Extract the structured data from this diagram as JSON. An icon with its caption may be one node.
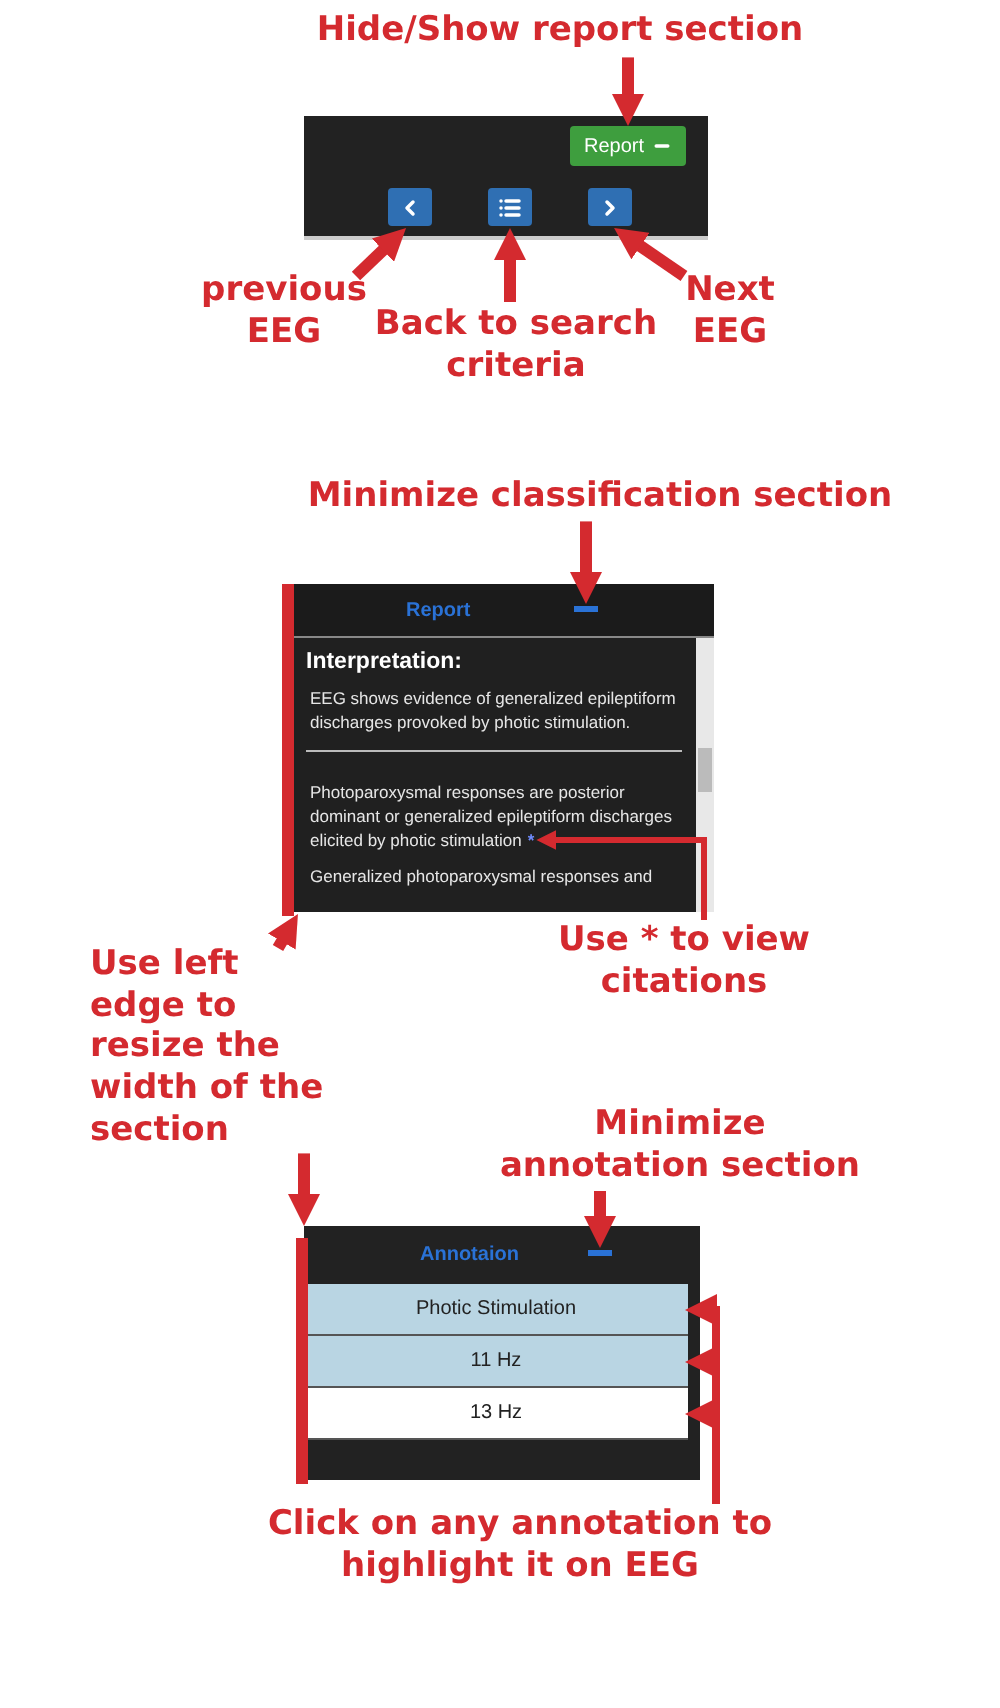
{
  "diagram": {
    "nodes": [
      {
        "text": [
          "Hide/Show report section"
        ]
      },
      {
        "text": [],
        "shape": "box"
      },
      {
        "text": [
          "Report"
        ],
        "in": 1
      },
      {
        "text": [],
        "shape": "box",
        "in": 1
      },
      {
        "text": [],
        "shape": "box",
        "in": 1
      },
      {
        "text": [],
        "shape": "box",
        "in": 1
      },
      {
        "text": [
          "previous EEG"
        ]
      },
      {
        "text": [
          "Back to search criteria"
        ]
      },
      {
        "text": [
          "Next EEG"
        ]
      },
      {
        "text": [
          "Minimize classification section"
        ]
      },
      {
        "text": [
          "Report",
          "Interpretation:",
          "EEG shows evidence of generalized epileptiform discharges provoked by photic stimulation.",
          "Photoparoxysmal responses are posterior dominant or generalized epileptiform discharges elicited by photic stimulation",
          "Generalized photoparoxysmal responses and"
        ]
      },
      {
        "text": [],
        "shape": "bar",
        "in": 10
      },
      {
        "text": [
          "*"
        ],
        "in": 10
      },
      {
        "text": [
          "Use * to view citations"
        ]
      },
      {
        "text": [
          "Use left edge to resize the width of the section"
        ]
      },
      {
        "text": [
          "Minimize annotation section"
        ]
      },
      {
        "text": [
          "Annotaion"
        ]
      },
      {
        "text": [],
        "shape": "bar",
        "in": 16
      },
      {
        "text": [
          "Photic Stimulation"
        ],
        "in": 16
      },
      {
        "text": [
          "11 Hz"
        ],
        "in": 16
      },
      {
        "text": [
          "13 Hz"
        ],
        "in": 16
      },
      {
        "text": [
          "Click on any annotation to highlight it on EEG"
        ]
      }
    ],
    "edges": [
      {
        "from": 0,
        "to": 2,
        "arrow": "to"
      },
      {
        "from": 6,
        "to": 3,
        "arrow": "to"
      },
      {
        "from": 7,
        "to": 4,
        "arrow": "to"
      },
      {
        "from": 8,
        "to": 5,
        "arrow": "to"
      },
      {
        "from": 9,
        "to": 11,
        "arrow": "to"
      },
      {
        "from": 13,
        "to": 12,
        "arrow": "to"
      },
      {
        "from": 14,
        "to": 10,
        "arrow": "to"
      },
      {
        "from": 14,
        "to": 16,
        "arrow": "to"
      },
      {
        "from": 15,
        "to": 17,
        "arrow": "to"
      },
      {
        "from": 21,
        "to": 18,
        "arrow": "to"
      },
      {
        "from": 21,
        "to": 19,
        "arrow": "to"
      },
      {
        "from": 21,
        "to": 20,
        "arrow": "to"
      }
    ]
  }
}
